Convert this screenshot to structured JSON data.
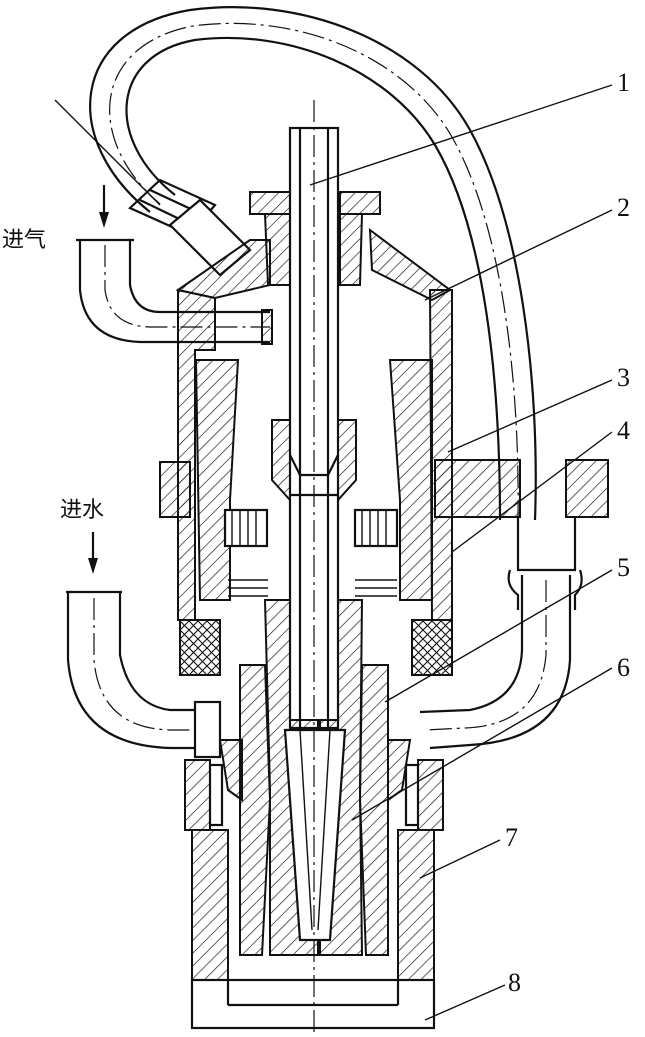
{
  "labels": {
    "air_inlet": "进气",
    "water_inlet": "进水"
  },
  "callouts": [
    "1",
    "2",
    "3",
    "4",
    "5",
    "6",
    "7",
    "8"
  ]
}
